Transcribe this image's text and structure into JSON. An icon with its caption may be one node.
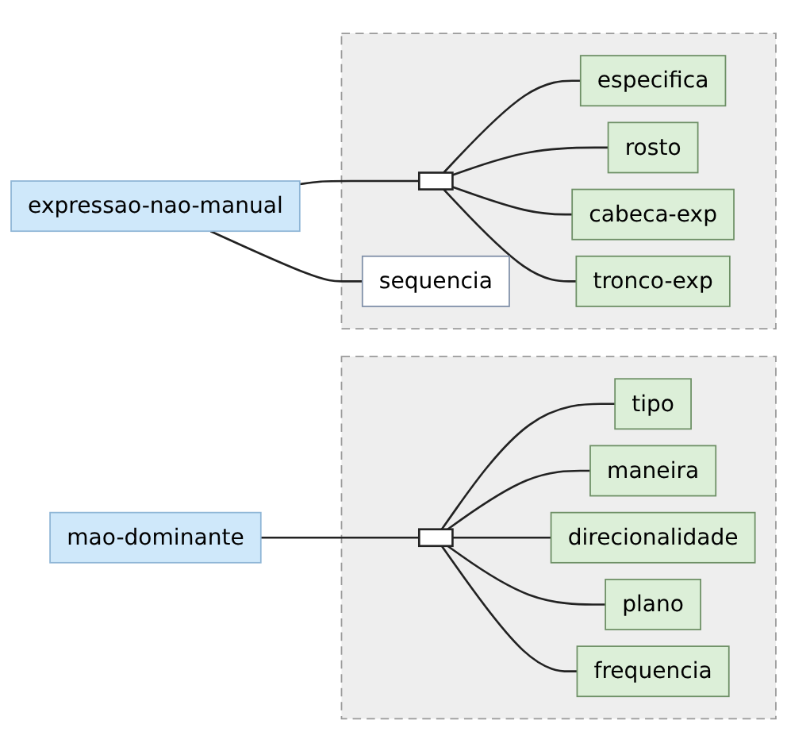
{
  "diagram": {
    "nodes": [
      {
        "text": [
          "expressao-nao-manual"
        ]
      },
      {
        "text": [],
        "shape": "box"
      },
      {
        "text": [],
        "shape": "box",
        "in": 1
      },
      {
        "text": [
          "especifica"
        ],
        "in": 1
      },
      {
        "text": [
          "rosto"
        ],
        "in": 1
      },
      {
        "text": [
          "cabeca-exp"
        ],
        "in": 1
      },
      {
        "text": [
          "tronco-exp"
        ],
        "in": 1
      },
      {
        "text": [
          "sequencia"
        ],
        "in": 1
      },
      {
        "text": [
          "mao-dominante"
        ]
      },
      {
        "text": [],
        "shape": "box"
      },
      {
        "text": [],
        "shape": "box",
        "in": 9
      },
      {
        "text": [
          "tipo"
        ],
        "in": 9
      },
      {
        "text": [
          "maneira"
        ],
        "in": 9
      },
      {
        "text": [
          "direcionalidade"
        ],
        "in": 9
      },
      {
        "text": [
          "plano"
        ],
        "in": 9
      },
      {
        "text": [
          "frequencia"
        ],
        "in": 9
      }
    ],
    "edges": [
      {
        "from": 0,
        "to": 2,
        "arrow": "none"
      },
      {
        "from": 0,
        "to": 7,
        "arrow": "none"
      },
      {
        "from": 2,
        "to": 3,
        "arrow": "none"
      },
      {
        "from": 2,
        "to": 4,
        "arrow": "none"
      },
      {
        "from": 2,
        "to": 5,
        "arrow": "none"
      },
      {
        "from": 2,
        "to": 6,
        "arrow": "none"
      },
      {
        "from": 8,
        "to": 10,
        "arrow": "none"
      },
      {
        "from": 10,
        "to": 11,
        "arrow": "none"
      },
      {
        "from": 10,
        "to": 12,
        "arrow": "none"
      },
      {
        "from": 10,
        "to": 13,
        "arrow": "none"
      },
      {
        "from": 10,
        "to": 14,
        "arrow": "none"
      },
      {
        "from": 10,
        "to": 15,
        "arrow": "none"
      }
    ]
  }
}
